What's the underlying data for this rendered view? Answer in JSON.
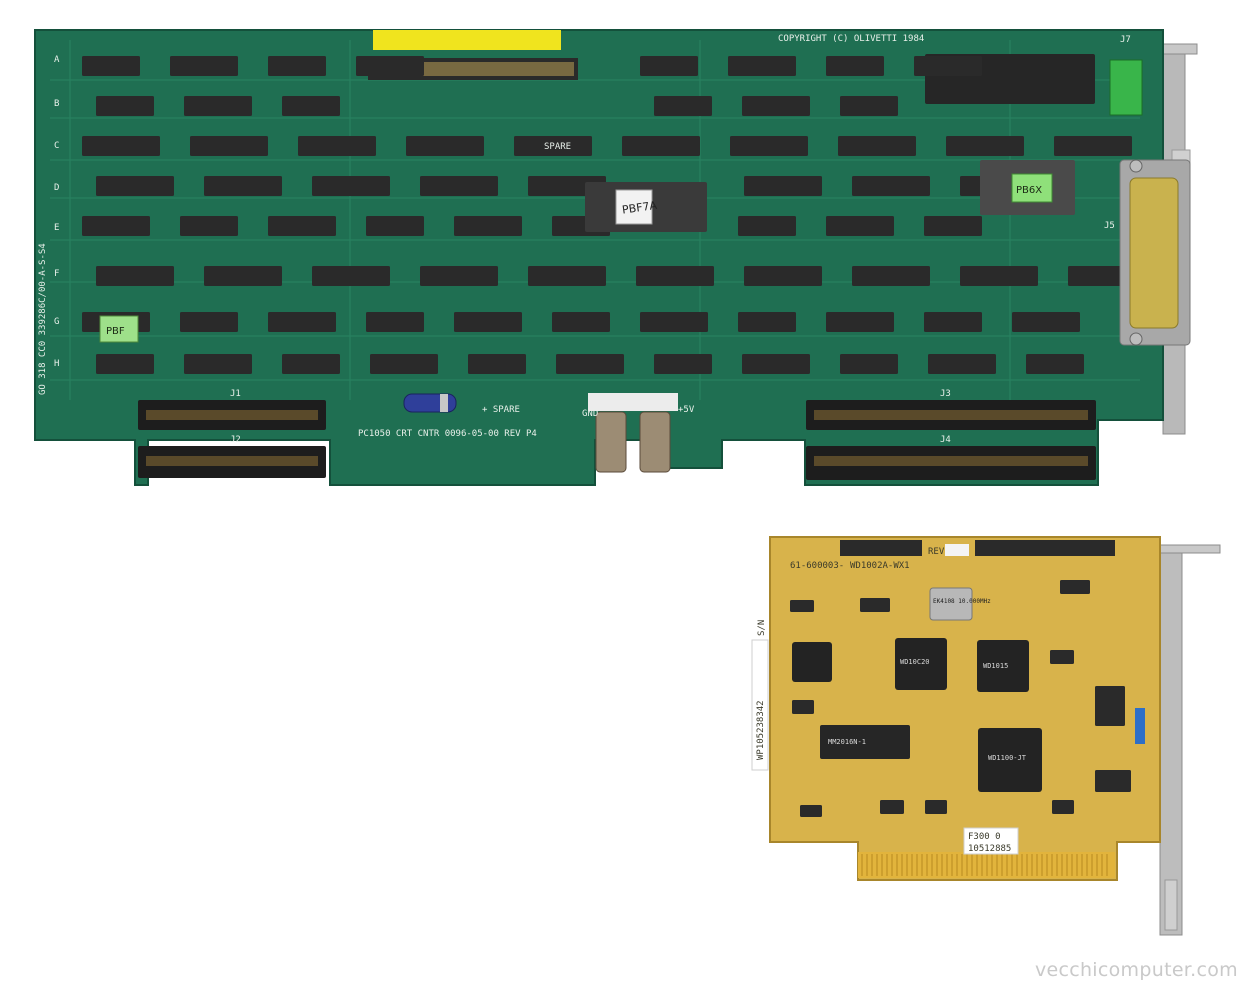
{
  "watermark": "vecchicomputer.com",
  "crt_board": {
    "copyright": "COPYRIGHT (C) OLIVETTI 1984",
    "board_name": "PC1050 CRT CNTR  0096-05-00  REV P4",
    "side_code": "GO 318 CC0 339286C/00-A-S-S4",
    "spare_label": "SPARE",
    "spare_label_2": "+ SPARE",
    "gnd_label": "GND",
    "plus5v_label": "+5V",
    "connectors": [
      "J1",
      "J2",
      "J3",
      "J4",
      "J5",
      "J7"
    ],
    "row_letters": [
      "A",
      "B",
      "C",
      "D",
      "E",
      "F",
      "G",
      "H"
    ],
    "eprom_labels": [
      "PBF7A",
      "PB6X"
    ],
    "sticker": "PBF"
  },
  "hd_board": {
    "part_number": "61-600003-",
    "model": "WD1002A-WX1",
    "rev_label": "REV",
    "serial_label": "S/N",
    "serial": "WP105238342",
    "sticker_f": "F300 0",
    "sticker_n": "10512885",
    "crystal": "EK4108 10.000MHz",
    "chip_main": "WD1100-JT",
    "chip_ram": "MM2016N-1",
    "chip_wd": "WD10C20",
    "chip_wd_2": "WD1015"
  }
}
